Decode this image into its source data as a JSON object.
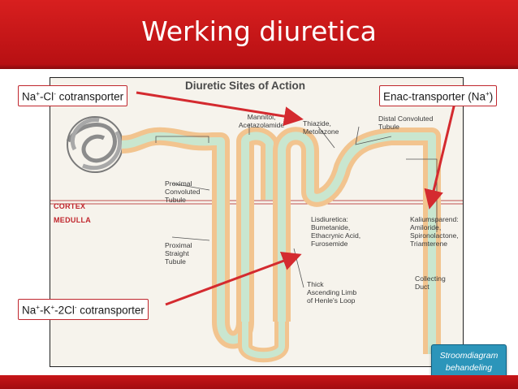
{
  "slide": {
    "title": "Werking diuretica"
  },
  "diagram": {
    "title": "Diuretic Sites of Action",
    "zones": {
      "cortex": "CORTEX",
      "medulla": "MEDULLA"
    },
    "labels": {
      "mannitol_1": "Mannitol,",
      "mannitol_2": "Acetazolamide",
      "thiazide_1": "Thiazide,",
      "thiazide_2": "Metolazone",
      "distal_1": "Distal Convoluted",
      "distal_2": "Tubule",
      "prox_conv_1": "Proximal",
      "prox_conv_2": "Convoluted",
      "prox_conv_3": "Tubule",
      "prox_str_1": "Proximal",
      "prox_str_2": "Straight",
      "prox_str_3": "Tubule",
      "lis_head": "Lisdiuretica:",
      "lis_1": "Bumetanide,",
      "lis_2": "Ethacrynic Acid,",
      "lis_3": "Furosemide",
      "kal_head": "Kaliumsparend:",
      "kal_1": "Amiloride,",
      "kal_2": "Spironolactone,",
      "kal_3": "Triamterene",
      "thick_1": "Thick",
      "thick_2": "Ascending Limb",
      "thick_3": "of Henle's Loop",
      "coll_1": "Collecting",
      "coll_2": "Duct"
    }
  },
  "callouts": {
    "nacl": {
      "base1": "Na",
      "sup1": "+",
      "mid": "-Cl",
      "sup2": "-",
      "tail": " cotransporter"
    },
    "enac": {
      "base": "Enac-transporter (Na",
      "sup": "+",
      "tail": ")"
    },
    "nak2cl": {
      "a": "Na",
      "sa": "+",
      "b": "-K",
      "sb": "+",
      "c": "-2Cl",
      "sc": "-",
      "d": " cotransporter"
    }
  },
  "button": {
    "line1": "Stroomdiagram",
    "line2": "behandeling"
  },
  "colors": {
    "header": "#c8181b",
    "arrow": "#d42a2f",
    "tubule": "#f2c48f",
    "lumen": "#c9e6cf",
    "button": "#2c95ba"
  }
}
